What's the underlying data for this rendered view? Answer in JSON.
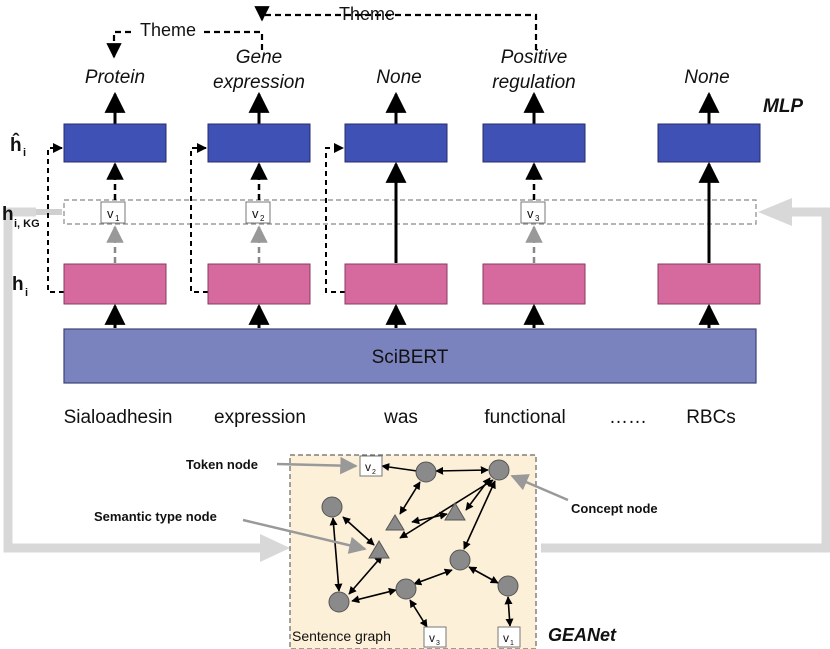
{
  "outputs": [
    "Protein",
    "Gene",
    "expression",
    "None",
    "Positive",
    "regulation",
    "None"
  ],
  "relations": [
    "Theme",
    "Theme"
  ],
  "mlp_label": "MLP",
  "row_labels": {
    "h_hat": "ĥ",
    "h_hat_sub": "i",
    "h_kg": "h",
    "h_kg_sub": "i, KG",
    "h": "h",
    "h_sub": "i"
  },
  "v_labels": [
    "v",
    "1",
    "v",
    "2",
    "v",
    "3"
  ],
  "encoder_label": "SciBERT",
  "tokens": [
    "Sialoadhesin",
    "expression",
    "was",
    "functional",
    "……",
    "RBCs"
  ],
  "graph": {
    "caption": "Sentence graph",
    "name": "GEANet",
    "token_node_label": "Token node",
    "semantic_type_node_label": "Semantic type node",
    "concept_node_label": "Concept node",
    "node_labels": [
      "v",
      "2",
      "v",
      "3",
      "v",
      "1"
    ]
  },
  "colors": {
    "mlp_box": "#3f51b5",
    "embed_box": "#d66a9e",
    "encoder": "#7a83bd",
    "graph_bg": "#fdf0d8",
    "node": "#8a8a8a",
    "feedback": "#d8d8d8"
  }
}
